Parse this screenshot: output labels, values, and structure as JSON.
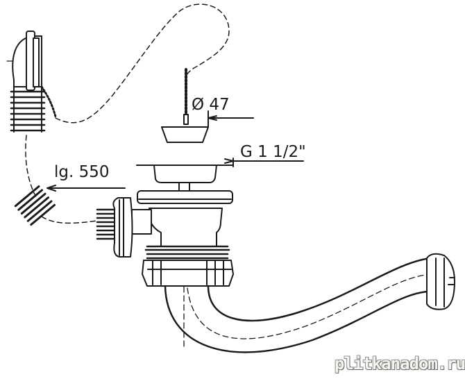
{
  "labels": {
    "stopper_diameter": "Ø 47",
    "thread_size": "G 1 1/2\"",
    "chain_length": "lg. 550"
  },
  "watermark": "plitkanadom.ru"
}
